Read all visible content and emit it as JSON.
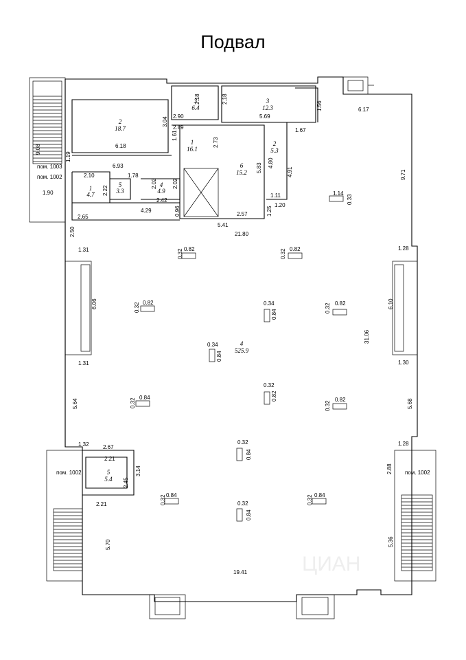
{
  "title": "Подвал",
  "rooms": [
    {
      "num": "1",
      "area": "16.1"
    },
    {
      "num": "2",
      "area": "18.7"
    },
    {
      "num": "3",
      "area": "6.4"
    },
    {
      "num": "3",
      "area": "12.3"
    },
    {
      "num": "2",
      "area": "5.3"
    },
    {
      "num": "6",
      "area": "15.2"
    },
    {
      "num": "5",
      "area": "3.3"
    },
    {
      "num": "4",
      "area": "4.9"
    },
    {
      "num": "1",
      "area": "4.7"
    },
    {
      "num": "4",
      "area": "525.9"
    },
    {
      "num": "5",
      "area": "5.4"
    }
  ],
  "labels": [
    "пом. 1003",
    "пом. 1002",
    "пом. 1002",
    "пом. 1002"
  ],
  "dims": [
    "9.08",
    "1.19",
    "1.90",
    "2.50",
    "2.65",
    "6.93",
    "1.78",
    "2.10",
    "2.22",
    "6.18",
    "3.04",
    "1.61",
    "2.90",
    "2.89",
    "2.18",
    "2.18",
    "5.69",
    "1.67",
    "1.56",
    "6.17",
    "2.73",
    "4.80",
    "4.91",
    "5.83",
    "1.11",
    "1.20",
    "1.25",
    "2.57",
    "5.41",
    "21.80",
    "4.29",
    "0.96",
    "2.42",
    "2.02",
    "2.02",
    "1.14",
    "0.33",
    "9.71",
    "1.31",
    "1.28",
    "6.06",
    "6.10",
    "31.06",
    "1.31",
    "1.30",
    "5.64",
    "5.68",
    "1.32",
    "2.67",
    "1.28",
    "2.21",
    "3.14",
    "2.45",
    "2.21",
    "2.88",
    "5.70",
    "5.36",
    "19.41",
    "0.32",
    "0.82",
    "0.32",
    "0.82",
    "0.32",
    "0.82",
    "0.34",
    "0.84",
    "0.32",
    "0.82",
    "0.34",
    "0.84",
    "0.32",
    "0.82",
    "0.32",
    "0.84",
    "0.32",
    "0.82",
    "0.32",
    "0.84",
    "0.32",
    "0.84",
    "0.32",
    "0.84",
    "0.32",
    "0.84"
  ],
  "watermark": "ЦИАН"
}
